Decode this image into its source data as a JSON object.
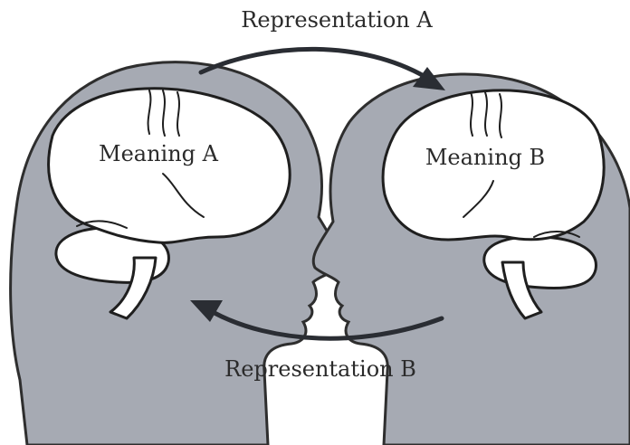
{
  "labels": {
    "top_arrow": "Representation A",
    "bottom_arrow": "Representation B",
    "left_brain": "Meaning A",
    "right_brain": "Meaning B"
  },
  "colors": {
    "head_fill": "#a6aab3",
    "outline": "#2e2e2e",
    "brain_fill": "#ffffff",
    "arrow": "#2a2d33"
  },
  "icons": {
    "left_head": "head-profile-facing-right-icon",
    "right_head": "head-profile-facing-left-icon",
    "left_brain": "brain-icon",
    "right_brain": "brain-icon"
  }
}
